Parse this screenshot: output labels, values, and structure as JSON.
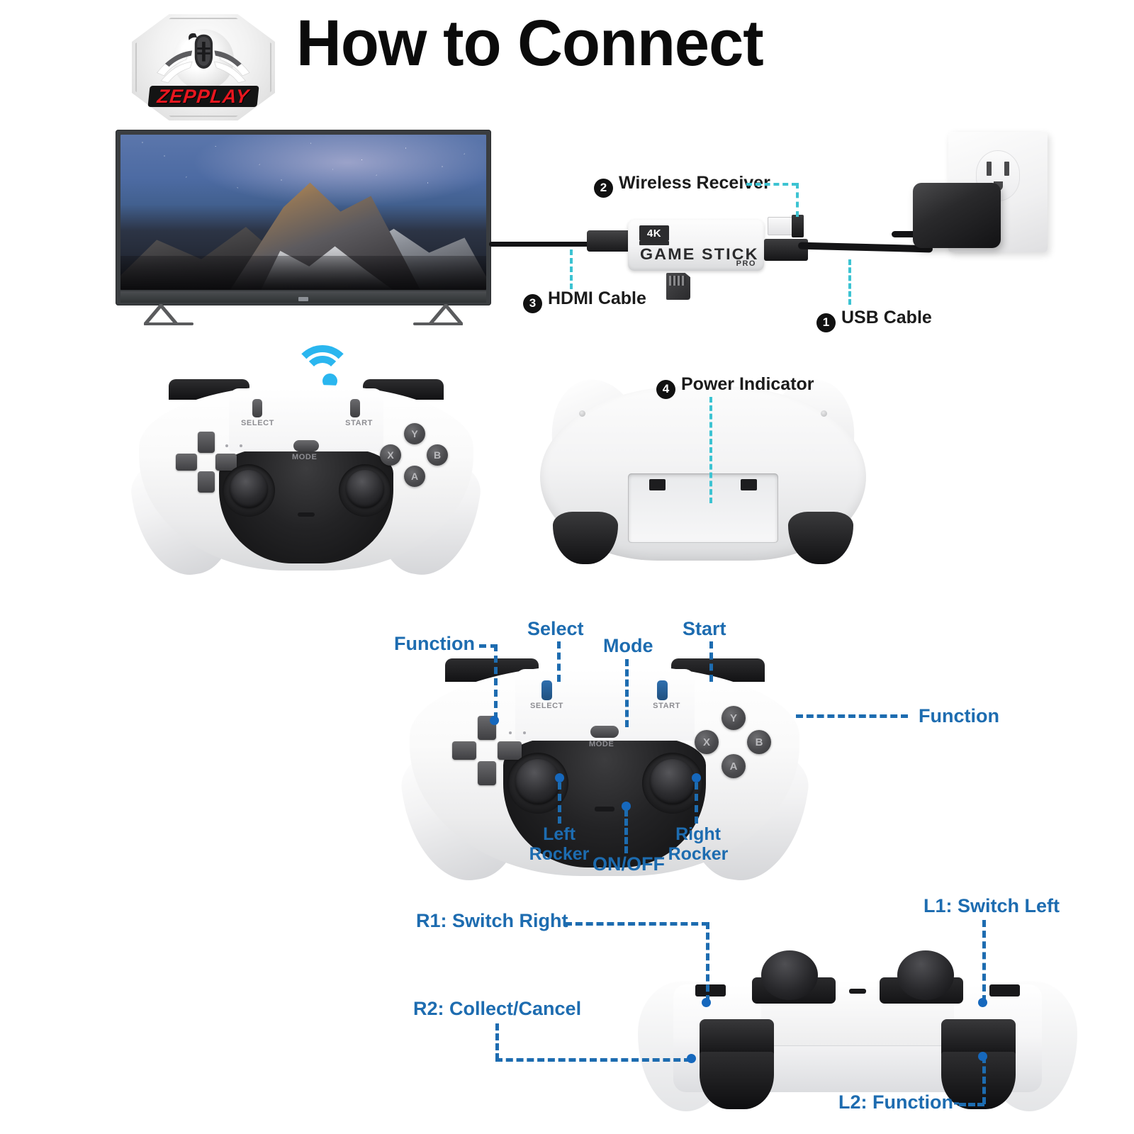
{
  "page": {
    "title": "How to Connect",
    "brand": "ZEPPLAY"
  },
  "setup_diagram": {
    "callouts": [
      {
        "number": "2",
        "label": "Wireless Receiver"
      },
      {
        "number": "3",
        "label": "HDMI Cable"
      },
      {
        "number": "1",
        "label": "USB Cable"
      },
      {
        "number": "4",
        "label": "Power Indicator"
      }
    ],
    "device": {
      "resolution_badge": "4K",
      "name": "GAME STICK",
      "edition": "PRO"
    }
  },
  "controller_front": {
    "button_prints": {
      "select": "SELECT",
      "start": "START",
      "mode": "MODE",
      "face_y": "Y",
      "face_x": "X",
      "face_b": "B",
      "face_a": "A"
    }
  },
  "controller_map": {
    "labels": {
      "function_dpad": "Function",
      "select": "Select",
      "mode": "Mode",
      "start": "Start",
      "function_face": "Function",
      "left_rocker": "Left\nRocker",
      "left_rocker_l1": "Left",
      "left_rocker_l2": "Rocker",
      "on_off": "ON/OFF",
      "right_rocker_l1": "Right",
      "right_rocker_l2": "Rocker"
    },
    "button_prints": {
      "select": "SELECT",
      "start": "START",
      "mode": "MODE",
      "face_y": "Y",
      "face_x": "X",
      "face_b": "B",
      "face_a": "A"
    }
  },
  "shoulder_map": {
    "labels": {
      "r1": "R1: Switch Right",
      "r2": "R2: Collect/Cancel",
      "l1": "L1: Switch Left",
      "l2": "L2: Function-"
    }
  },
  "colors": {
    "cyan_callout": "#3cc3d2",
    "blue_callout": "#1d6cb0",
    "wifi_blue": "#2ab6ef",
    "badge_black": "#111111",
    "logo_red": "#e8161f",
    "title_black": "#0b0b0b"
  }
}
